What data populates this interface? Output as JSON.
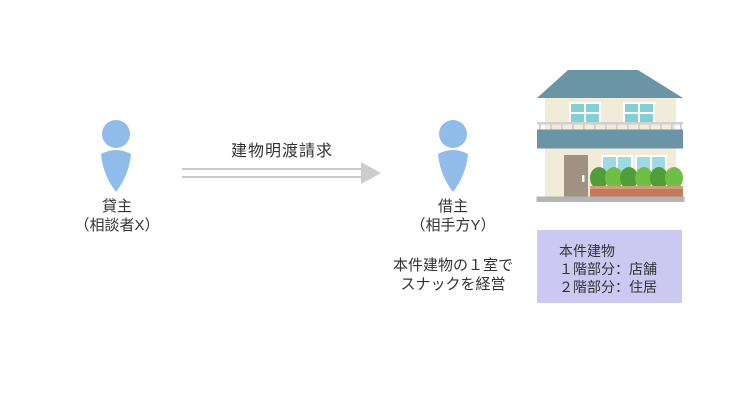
{
  "scene": {
    "background": "#ffffff",
    "description_icon": "legal-dispute-diagram"
  },
  "landlord": {
    "name": "貸主",
    "role": "（相談者X）"
  },
  "tenant": {
    "name": "借主",
    "role": "（相手方Y）",
    "note1": "本件建物の１室で",
    "note2": "スナックを経営"
  },
  "claim_arrow": {
    "label": "建物明渡請求",
    "color": "#c9c9c9",
    "direction": "left-to-right"
  },
  "person_icon_color": "#8fbce9",
  "building_info": {
    "bg": "#cbc8f2",
    "line1": "本件建物",
    "line2": "１階部分：店舗",
    "line3": "２階部分：住居"
  },
  "house_icon": {
    "roof_color": "#6b94a5",
    "wall_color": "#f1ecda",
    "balcony_color": "#6b94a5",
    "railing_color": "#cfcfcf",
    "window_2f_color": "#82cfd6",
    "window_1f_color": "#9edae6",
    "door_color": "#a09181",
    "bush_color_dark": "#4f9e37",
    "bush_color_light": "#6fbf47",
    "planter_color": "#c4795b",
    "planter_lip_color": "#d59c79",
    "base_color": "#b5b5b5"
  }
}
